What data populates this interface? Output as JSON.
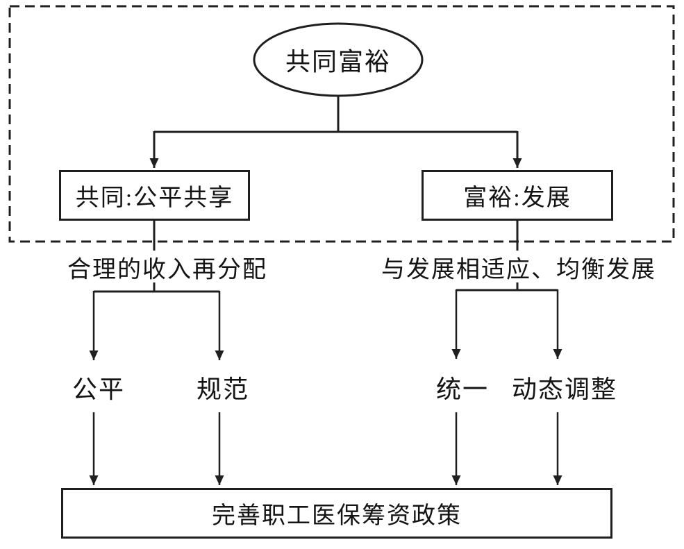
{
  "colors": {
    "line": "#1f1f1f",
    "text": "#141414",
    "background": "#ffffff"
  },
  "diagram": {
    "root": {
      "label": "共同富裕"
    },
    "left_branch": {
      "box_label": "共同:公平共享",
      "principle": "合理的收入再分配",
      "leaves": [
        {
          "label": "公平"
        },
        {
          "label": "规范"
        }
      ]
    },
    "right_branch": {
      "box_label": "富裕:发展",
      "principle": "与发展相适应、均衡发展",
      "leaves": [
        {
          "label": "统一"
        },
        {
          "label": "动态调整"
        }
      ]
    },
    "outcome": {
      "label": "完善职工医保筹资政策"
    }
  }
}
